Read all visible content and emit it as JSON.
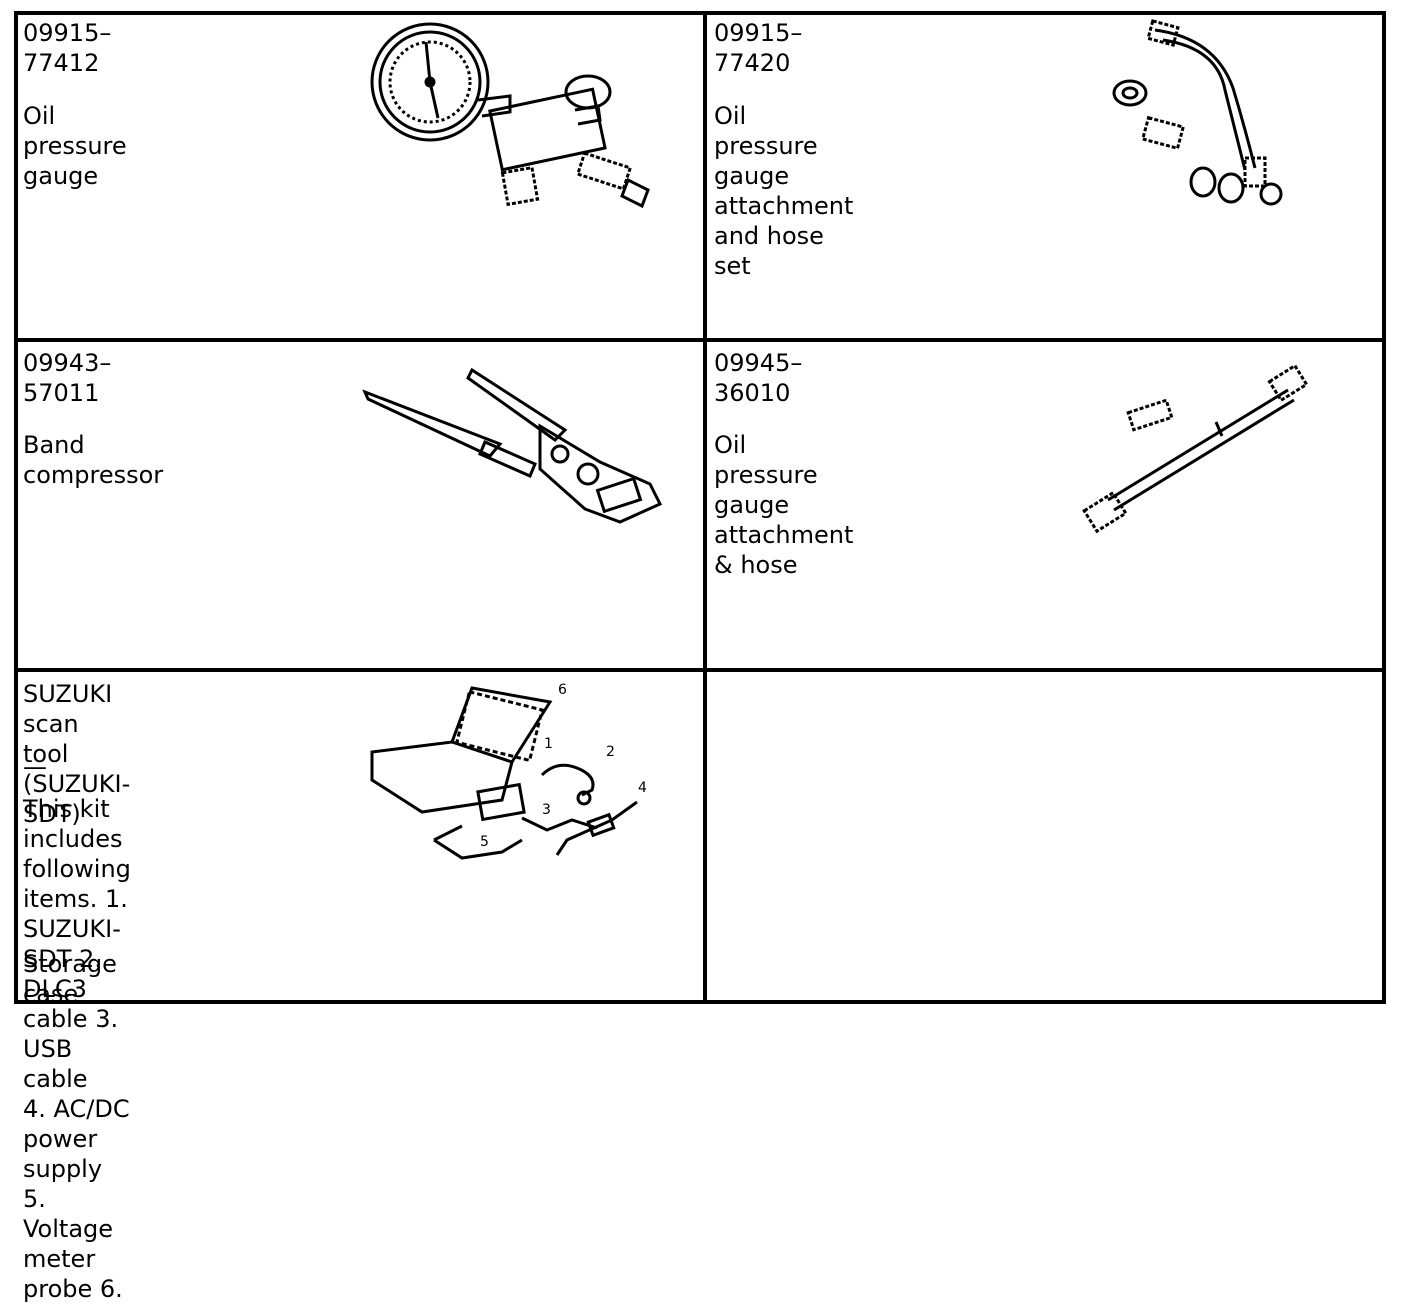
{
  "tools": [
    {
      "number": "09915–77412",
      "name": "Oil pressure gauge",
      "illustration": "oil-pressure-gauge-illustration"
    },
    {
      "number": "09915–77420",
      "name": "Oil pressure gauge\nattachment and hose set",
      "illustration": "attachment-hose-set-illustration"
    },
    {
      "number": "09943–57011",
      "name": "Band compressor",
      "illustration": "band-compressor-illustration"
    },
    {
      "number": "09945–36010",
      "name": "Oil pressure gauge\nattachment & hose",
      "illustration": "attachment-hose-illustration"
    },
    {
      "title": "SUZUKI scan tool\n(SUZUKI-SDT)",
      "number": "—",
      "description": "This kit includes following\nitems. 1. SUZUKI-SDT 2.\nDLC3 cable 3. USB cable\n4. AC/DC power supply 5.\nVoltage meter probe 6.",
      "description_end": "Storage case",
      "callouts": [
        "1",
        "2",
        "3",
        "4",
        "5",
        "6"
      ],
      "illustration": "scan-tool-kit-illustration"
    }
  ]
}
